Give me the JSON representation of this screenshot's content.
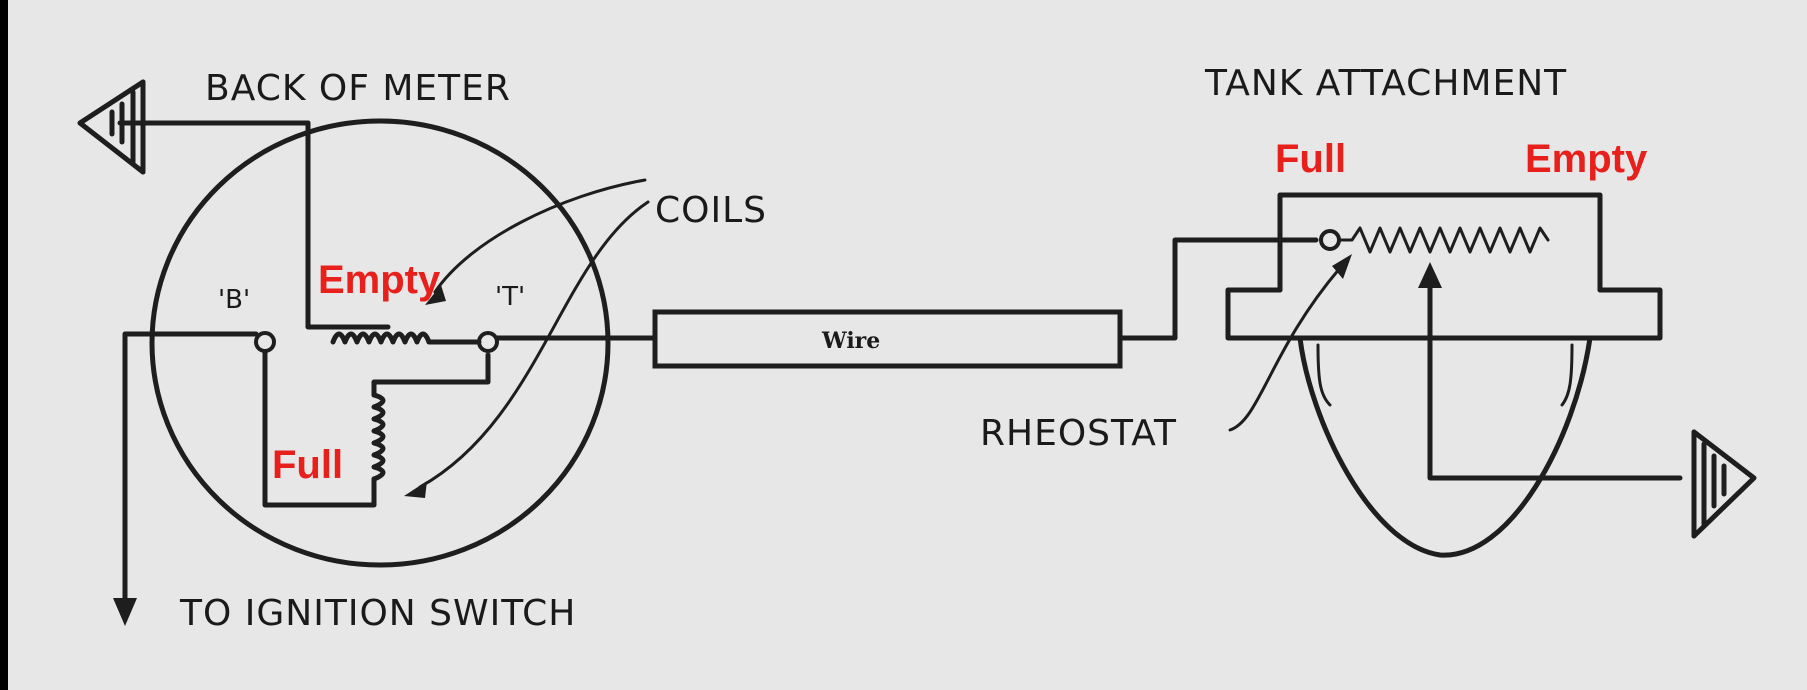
{
  "labels": {
    "back_of_meter": "BACK OF METER",
    "tank_attachment": "TANK ATTACHMENT",
    "coils": "COILS",
    "terminal_b": "'B'",
    "terminal_t": "'T'",
    "wire": "Wire",
    "rheostat": "RHEOSTAT",
    "to_ignition_switch": "TO IGNITION SWITCH",
    "meter_empty": "Empty",
    "meter_full": "Full",
    "tank_full": "Full",
    "tank_empty": "Empty"
  },
  "colors": {
    "background": "#e7e7e7",
    "frame": "#000000",
    "ink": "#1e1e1e",
    "annotation_red": "#e8201c"
  },
  "icons": {
    "ground": "ground-symbol-icon",
    "arrow": "arrow-down-icon",
    "terminal": "terminal-circle-icon"
  }
}
